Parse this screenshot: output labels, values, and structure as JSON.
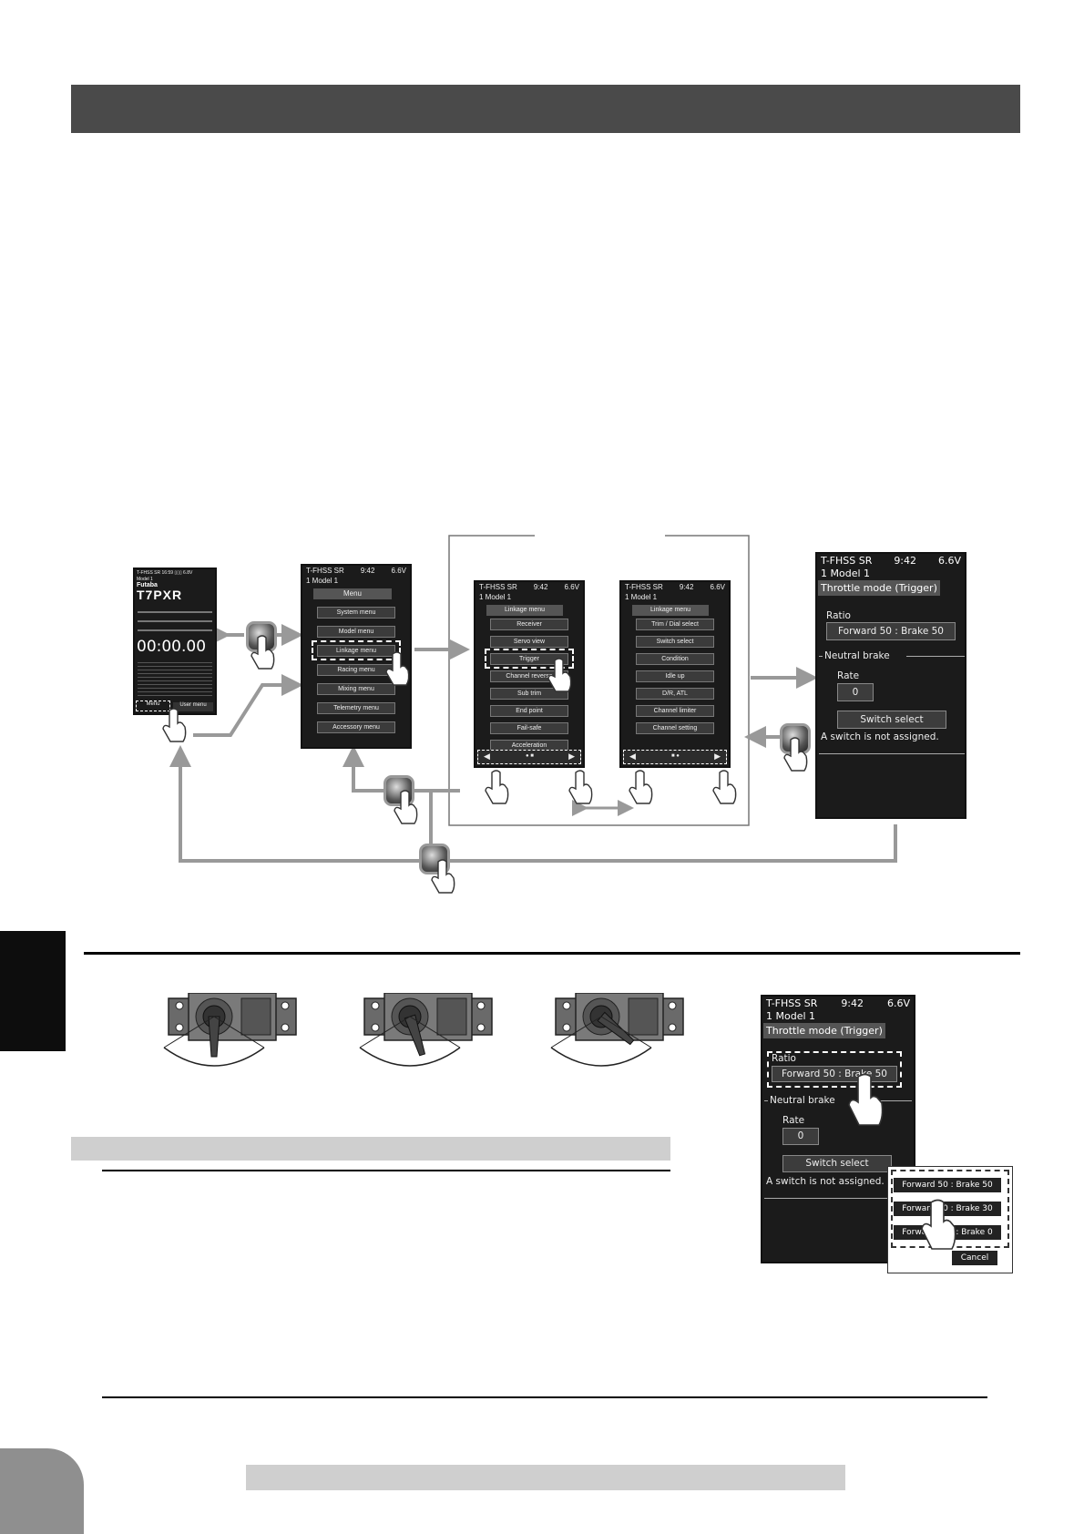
{
  "home_screen": {
    "status": "T-FHSS SR   16:59  ▯▯▯ 6.8V",
    "model": "Model 1",
    "brand": "Futaba",
    "product": "T7PXR",
    "timer": "00:00.00",
    "menu_button": "Menu",
    "user_menu_button": "User menu"
  },
  "menu_screen": {
    "status_left": "T-FHSS SR",
    "status_time": "9:42",
    "status_battery": "6.6V",
    "model": "1   Model 1",
    "title": "Menu",
    "items": [
      "System menu",
      "Model menu",
      "Linkage menu",
      "Racing menu",
      "Mixing menu",
      "Telemetry menu",
      "Accessory menu"
    ]
  },
  "linkage_page1": {
    "status_left": "T-FHSS SR",
    "status_time": "9:42",
    "status_battery": "6.6V",
    "model": "1   Model 1",
    "title": "Linkage menu",
    "items": [
      "Receiver",
      "Servo view",
      "Trigger",
      "Channel reverse",
      "Sub trim",
      "End point",
      "Fail-safe",
      "Acceleration"
    ]
  },
  "linkage_page2": {
    "status_left": "T-FHSS SR",
    "status_time": "9:42",
    "status_battery": "6.6V",
    "model": "1   Model 1",
    "title": "Linkage menu",
    "items": [
      "Trim / Dial select",
      "Switch select",
      "Condition",
      "Idle up",
      "D/R, ATL",
      "Channel limiter",
      "Channel setting"
    ]
  },
  "trigger_screen": {
    "status_left": "T-FHSS SR",
    "status_time": "9:42",
    "status_battery": "6.6V",
    "model": "1   Model 1",
    "heading": "Throttle mode (Trigger)",
    "ratio_label": "Ratio",
    "ratio_value": "Forward 50 : Brake 50",
    "neutral_label": "Neutral brake",
    "rate_label": "Rate",
    "rate_value": "0",
    "switch_button": "Switch select",
    "switch_note": "A switch is not assigned."
  },
  "popup": {
    "options": [
      "Forward 50 : Brake 50",
      "Forward 70 : Brake 30",
      "Forward 100 : Brake 0"
    ],
    "cancel": "Cancel"
  },
  "colors": {
    "title_bar": "#4a4a4a",
    "side_tab": "#0d0d0d",
    "page_tab": "#8f8f8f",
    "arrow": "#999999",
    "screen_bg": "#1b1b1b"
  }
}
